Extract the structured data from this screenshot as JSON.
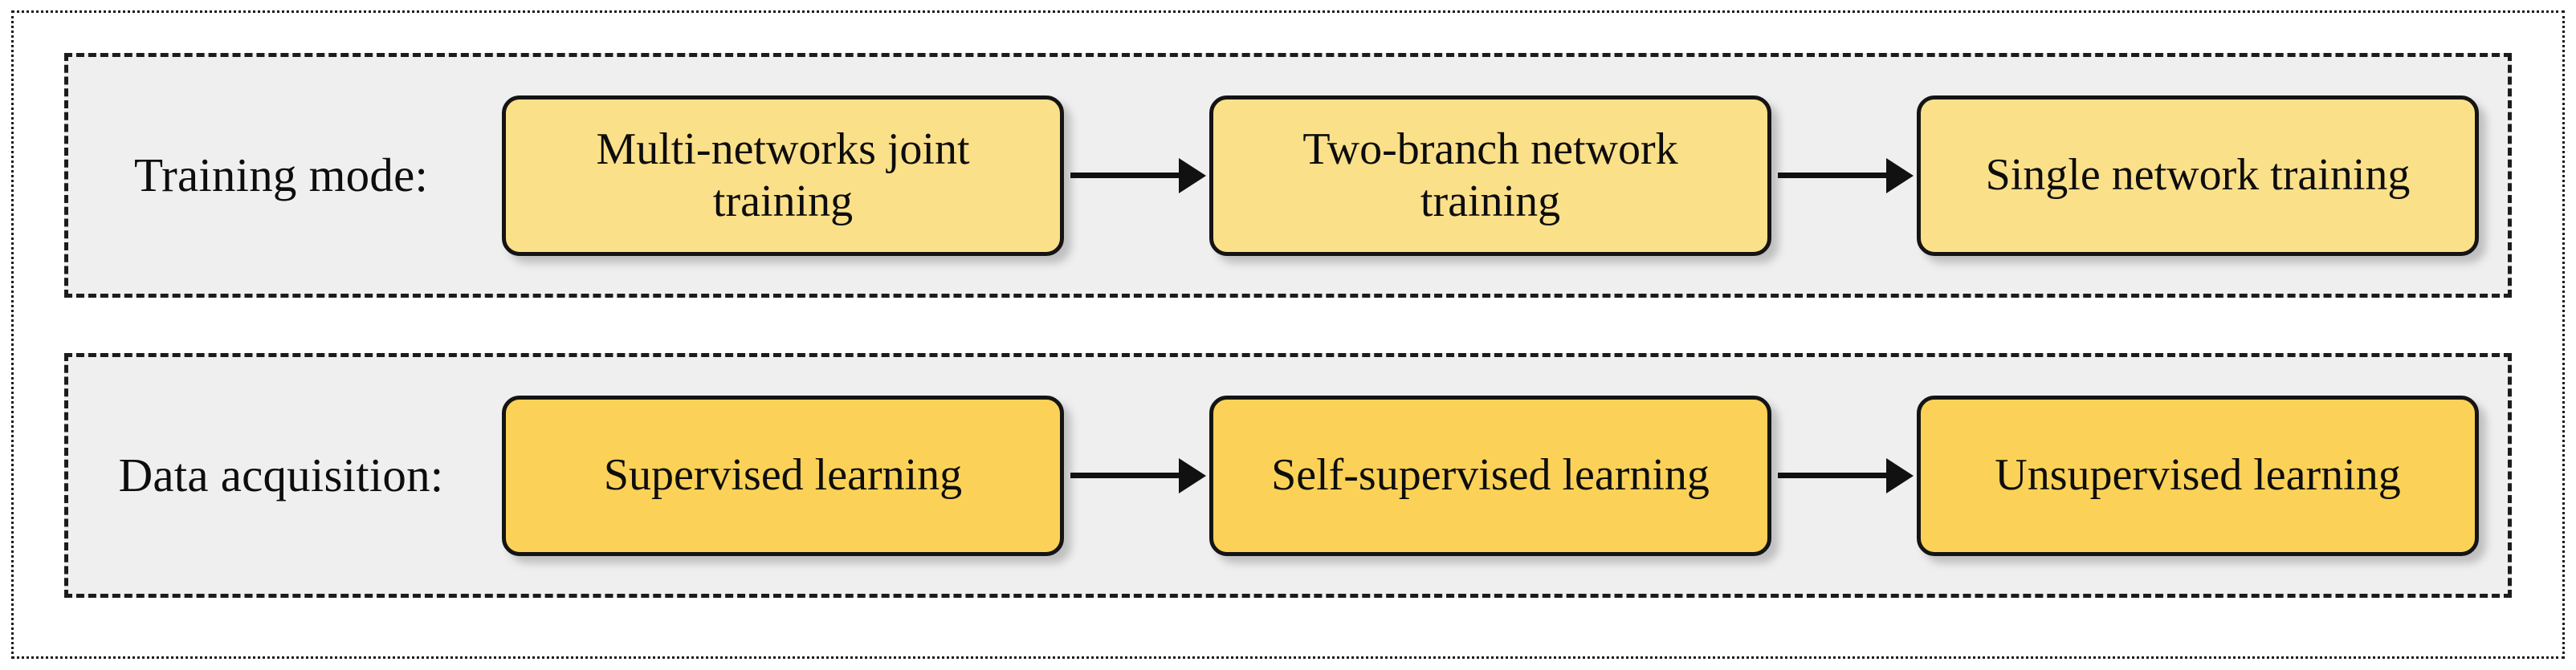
{
  "figure": {
    "type": "flow-diagram",
    "orientation": "horizontal",
    "rows": 2,
    "background_color": "#ffffff",
    "outer_border_style": "dotted",
    "row_border_style": "dashed",
    "row_fill_color": "#efefef",
    "node_fill_top": "#fbe08a",
    "node_fill_bottom": "#fbd257",
    "node_border_color": "#141414",
    "arrow_color": "#111111"
  },
  "rows": [
    {
      "id": "training-mode",
      "label": "Training mode:",
      "nodes": [
        {
          "id": "multi-networks-joint-training",
          "line1": "Multi-networks joint",
          "line2": "training",
          "text": "Multi-networks joint training"
        },
        {
          "id": "two-branch-network-training",
          "line1": "Two-branch network",
          "line2": "training",
          "text": "Two-branch network training"
        },
        {
          "id": "single-network-training",
          "line1": "Single network training",
          "line2": "",
          "text": "Single network training"
        }
      ],
      "arrows": [
        {
          "from": "multi-networks-joint-training",
          "to": "two-branch-network-training",
          "direction": "right"
        },
        {
          "from": "two-branch-network-training",
          "to": "single-network-training",
          "direction": "right"
        }
      ]
    },
    {
      "id": "data-acquisition",
      "label": "Data acquisition:",
      "nodes": [
        {
          "id": "supervised-learning",
          "line1": "Supervised learning",
          "line2": "",
          "text": "Supervised learning"
        },
        {
          "id": "self-supervised-learning",
          "line1": "Self-supervised learning",
          "line2": "",
          "text": "Self-supervised learning"
        },
        {
          "id": "unsupervised-learning",
          "line1": "Unsupervised learning",
          "line2": "",
          "text": "Unsupervised learning"
        }
      ],
      "arrows": [
        {
          "from": "supervised-learning",
          "to": "self-supervised-learning",
          "direction": "right"
        },
        {
          "from": "self-supervised-learning",
          "to": "unsupervised-learning",
          "direction": "right"
        }
      ]
    }
  ]
}
